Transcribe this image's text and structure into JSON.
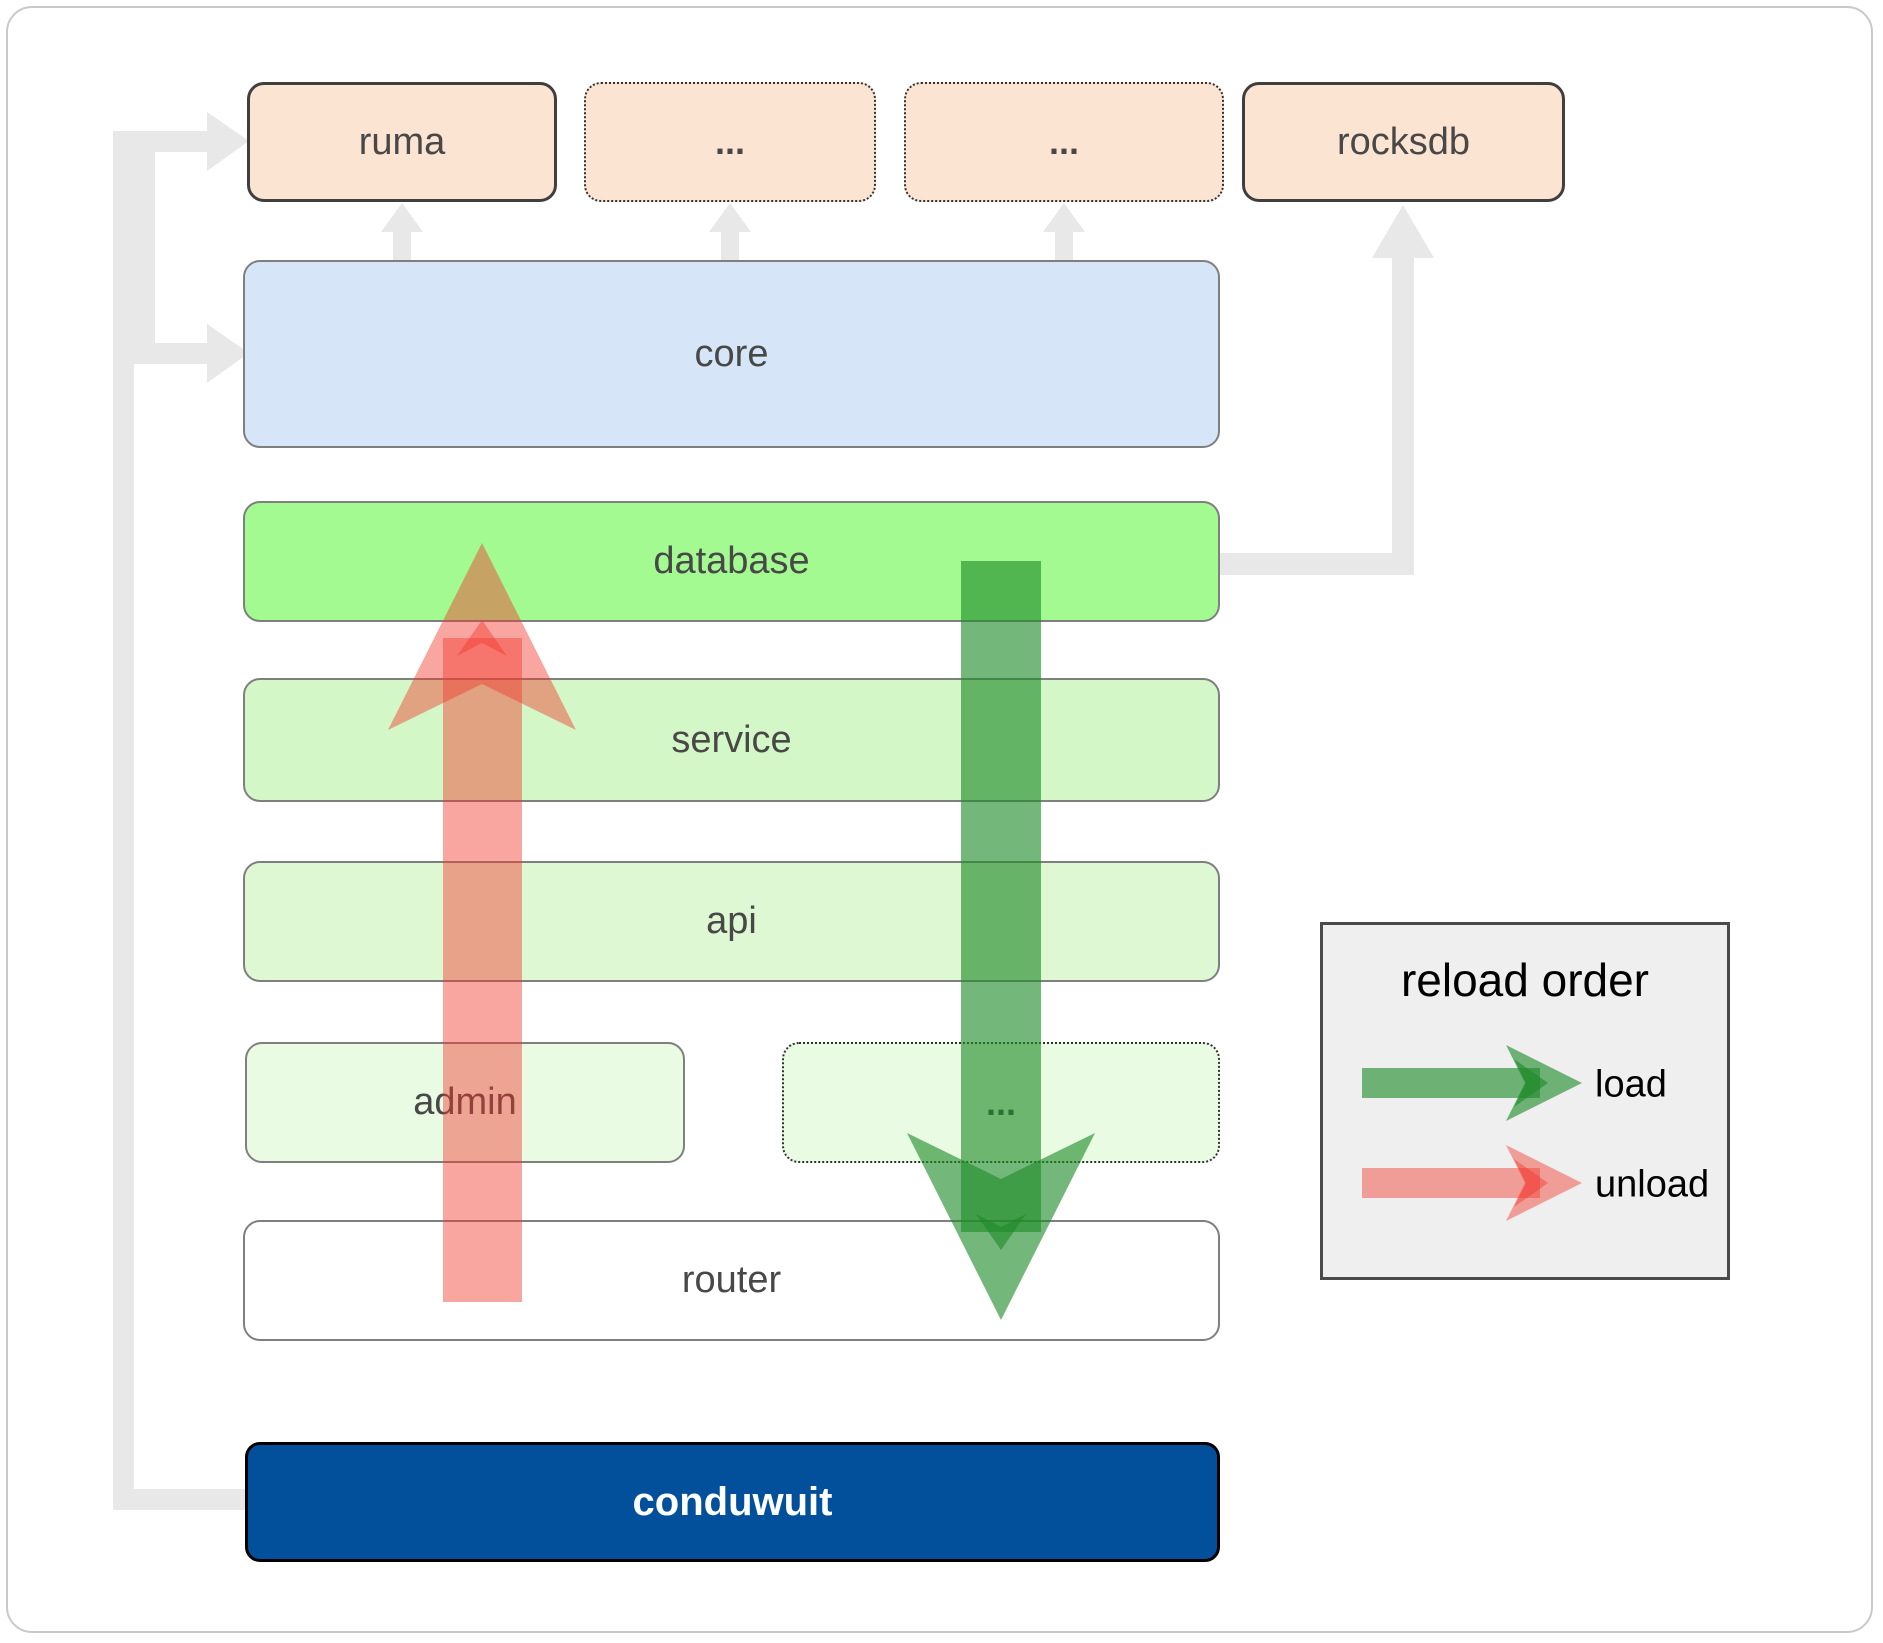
{
  "nodes": {
    "ruma": {
      "label": "ruma"
    },
    "dep_more1": {
      "label": "..."
    },
    "dep_more2": {
      "label": "..."
    },
    "rocksdb": {
      "label": "rocksdb"
    },
    "core": {
      "label": "core"
    },
    "database": {
      "label": "database"
    },
    "service": {
      "label": "service"
    },
    "api": {
      "label": "api"
    },
    "admin": {
      "label": "admin"
    },
    "service_more": {
      "label": "..."
    },
    "router": {
      "label": "router"
    },
    "conduwuit": {
      "label": "conduwuit"
    }
  },
  "legend": {
    "title": "reload order",
    "items": [
      {
        "label": "load",
        "color": "#1f8a28"
      },
      {
        "label": "unload",
        "color": "#f23a2e"
      }
    ]
  },
  "colors": {
    "frame_border": "#c9c9c9",
    "box_text": "#484848",
    "dark_border": "#3f3f3f",
    "dot_border": "#333333",
    "gray_border": "#7f7f7f",
    "peach_fill": "#fce4d3",
    "blue_fill": "#d6e6f8",
    "db_fill": "#a3fa91",
    "svc_fill": "#d4f7c7",
    "api_fill": "#def8d3",
    "adm_fill": "#eafbe4",
    "router_fill": "#ffffff",
    "conduwuit_fill": "#02509c",
    "conduwuit_text": "#ffffff",
    "connector_gray": "#e8e8e8",
    "arrow_green": "#1f8a28",
    "arrow_red": "#f23a2e",
    "legend_fill": "#efefef",
    "legend_border": "#4a4a4a",
    "legend_text": "#000000"
  }
}
